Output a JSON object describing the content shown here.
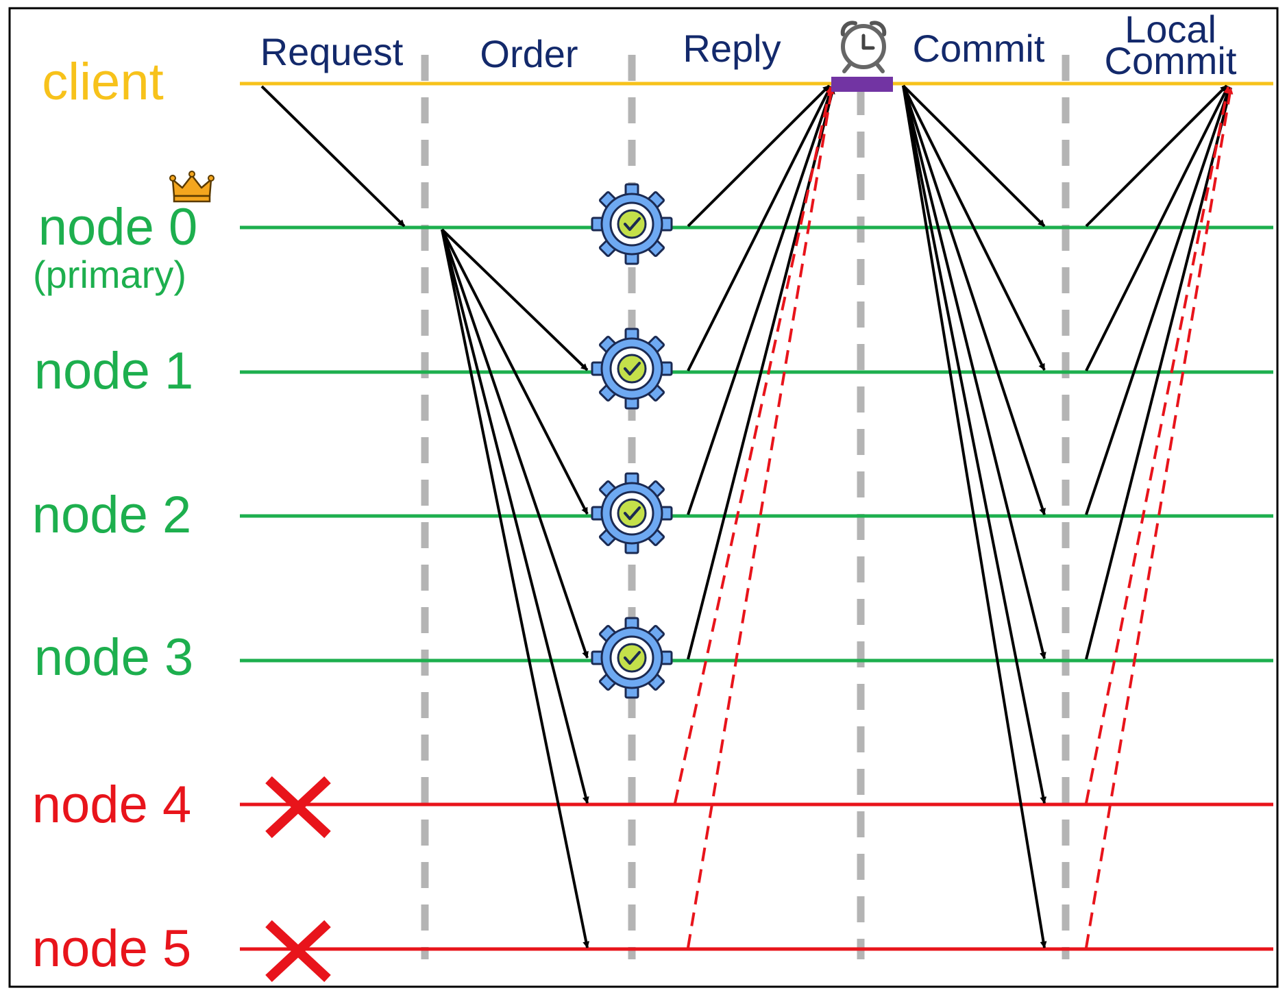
{
  "phases": [
    "Request",
    "Order",
    "Reply",
    "Commit"
  ],
  "local_commit": [
    "Local",
    "Commit"
  ],
  "lanes": {
    "client": "client",
    "node0": "node 0",
    "node0_sub": "(primary)",
    "node1": "node 1",
    "node2": "node 2",
    "node3": "node 3",
    "node4": "node 4",
    "node5": "node 5"
  },
  "colors": {
    "client": "#F7C21B",
    "healthy": "#1DAF4E",
    "faulty": "#E8141B",
    "phase_text": "#13296B",
    "divider": "#B4B4B4",
    "timer_bar": "#7234A3",
    "gear": "#6EA9F2",
    "check": "#C4E04A",
    "crown": "#F4A61E"
  },
  "icons": {
    "leader": "crown-icon",
    "execution": "gear-check-icon",
    "timer": "alarm-clock-icon",
    "fault": "red-x-icon"
  }
}
